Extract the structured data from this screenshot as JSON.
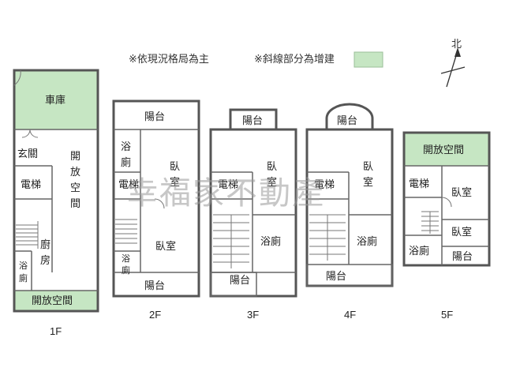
{
  "notes": {
    "current_layout": "※依現況格局為主",
    "extension": "※斜線部分為增建",
    "legend_color": "#c6e6c3"
  },
  "north": "北",
  "watermark": "幸福家不動產",
  "floors": [
    {
      "id": "1F",
      "label": "1F",
      "rooms": {
        "garage": "車庫",
        "entry": "玄關",
        "open": "開放空間",
        "elevator": "電梯",
        "kitchen": "廚房",
        "bath": "浴廁",
        "open_back": "開放空間"
      }
    },
    {
      "id": "2F",
      "label": "2F",
      "rooms": {
        "balcony_top": "陽台",
        "bath_top": "浴廁",
        "bedroom1": "臥室",
        "elevator": "電梯",
        "bedroom2": "臥室",
        "bath_bottom": "浴廁",
        "balcony_bottom": "陽台"
      }
    },
    {
      "id": "3F",
      "label": "3F",
      "rooms": {
        "balcony_top": "陽台",
        "bedroom": "臥室",
        "elevator": "電梯",
        "bath": "浴廁",
        "balcony_bottom": "陽台"
      }
    },
    {
      "id": "4F",
      "label": "4F",
      "rooms": {
        "balcony_top": "陽台",
        "bedroom": "臥室",
        "elevator": "電梯",
        "bath": "浴廁",
        "balcony_bottom": "陽台"
      }
    },
    {
      "id": "5F",
      "label": "5F",
      "rooms": {
        "open": "開放空間",
        "elevator": "電梯",
        "bedroom1": "臥室",
        "bedroom2": "臥室",
        "bath": "浴廁",
        "balcony": "陽台"
      }
    }
  ]
}
